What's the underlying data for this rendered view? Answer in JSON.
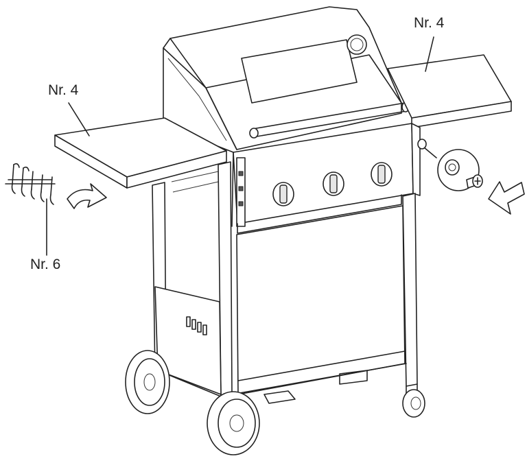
{
  "labels": {
    "shelf_right": "Nr. 4",
    "shelf_left": "Nr. 4",
    "tool_hook": "Nr. 6"
  },
  "icons": [
    "tool-hook-icon",
    "curved-arrow-icon",
    "screw-detail-icon",
    "push-arrow-icon"
  ],
  "colors": {
    "line": "#222222",
    "background": "#ffffff"
  }
}
